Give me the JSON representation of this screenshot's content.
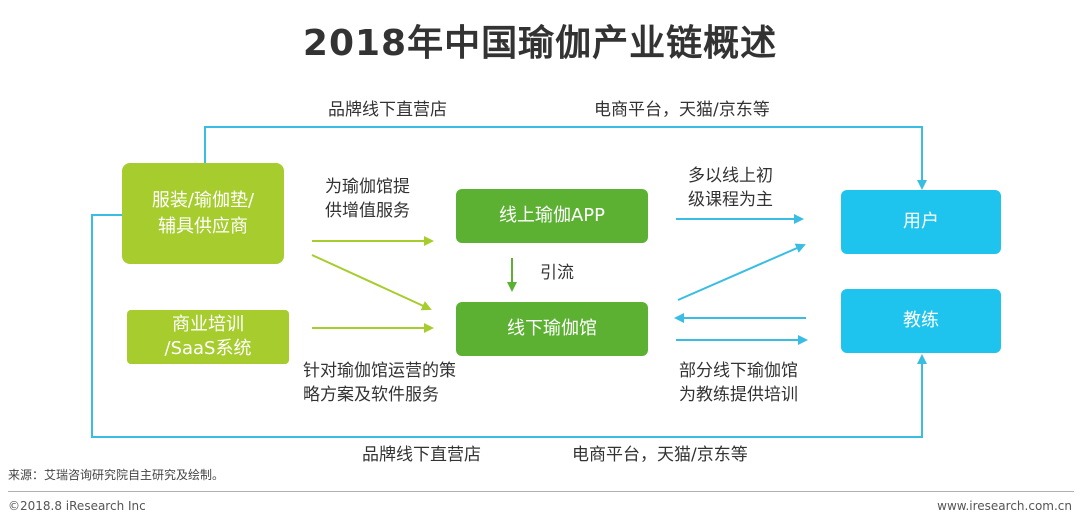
{
  "title": "2018年中国瑜伽产业链概述",
  "boxes": {
    "supplier": "服装/瑜伽垫/\n辅具供应商",
    "saas": "商业培训\n/SaaS系统",
    "app": "线上瑜伽APP",
    "studio": "线下瑜伽馆",
    "user": "用户",
    "coach": "教练"
  },
  "labels": {
    "top_store": "品牌线下直营店",
    "top_ecom": "电商平台，天猫/京东等",
    "service": "为瑜伽馆提\n供增值服务",
    "app_course": "多以线上初\n级课程为主",
    "traffic": "引流",
    "strategy": "针对瑜伽馆运营的策\n略方案及软件服务",
    "coach_training": "部分线下瑜伽馆\n为教练提供培训",
    "bottom_store": "品牌线下直营店",
    "bottom_ecom": "电商平台，天猫/京东等"
  },
  "footer": {
    "source": "来源：艾瑞咨询研究院自主研究及绘制。",
    "copyright": "©2018.8 iResearch Inc",
    "website": "www.iresearch.com.cn"
  },
  "colors": {
    "lime": "#a6cc2e",
    "green": "#5cb133",
    "cyan": "#1fc4ee",
    "line_cyan": "#39bde3"
  }
}
